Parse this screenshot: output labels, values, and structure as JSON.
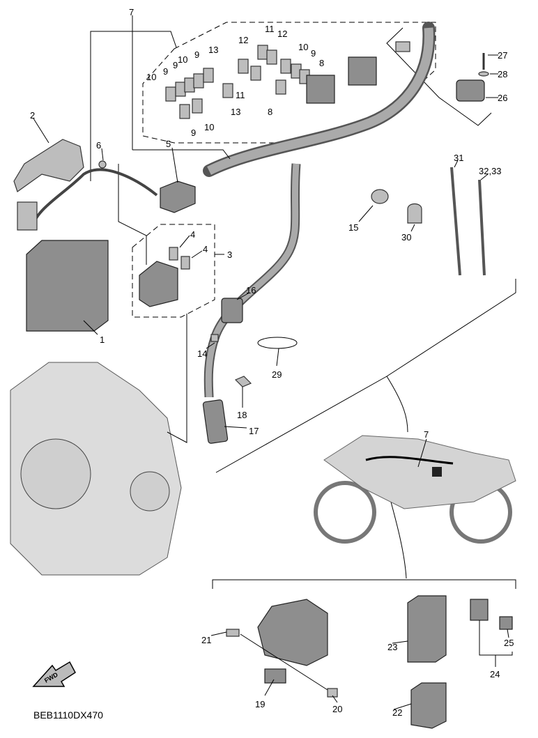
{
  "diagram": {
    "code": "BEB1110DX470",
    "fwd_label": "FWD",
    "callouts": [
      {
        "id": "c7a",
        "text": "7"
      },
      {
        "id": "c10a",
        "text": "10"
      },
      {
        "id": "c9a",
        "text": "9"
      },
      {
        "id": "c9b",
        "text": "9"
      },
      {
        "id": "c10b",
        "text": "10"
      },
      {
        "id": "c9c",
        "text": "9"
      },
      {
        "id": "c13a",
        "text": "13"
      },
      {
        "id": "c12a",
        "text": "12"
      },
      {
        "id": "c11a",
        "text": "11"
      },
      {
        "id": "c12b",
        "text": "12"
      },
      {
        "id": "c10c",
        "text": "10"
      },
      {
        "id": "c9d",
        "text": "9"
      },
      {
        "id": "c8a",
        "text": "8"
      },
      {
        "id": "c11b",
        "text": "11"
      },
      {
        "id": "c13b",
        "text": "13"
      },
      {
        "id": "c8b",
        "text": "8"
      },
      {
        "id": "c9e",
        "text": "9"
      },
      {
        "id": "c10d",
        "text": "10"
      },
      {
        "id": "c27",
        "text": "27"
      },
      {
        "id": "c28",
        "text": "28"
      },
      {
        "id": "c26",
        "text": "26"
      },
      {
        "id": "c2",
        "text": "2"
      },
      {
        "id": "c6",
        "text": "6"
      },
      {
        "id": "c5",
        "text": "5"
      },
      {
        "id": "c31",
        "text": "31"
      },
      {
        "id": "c3233",
        "text": "32,33"
      },
      {
        "id": "c15",
        "text": "15"
      },
      {
        "id": "c30",
        "text": "30"
      },
      {
        "id": "c4a",
        "text": "4"
      },
      {
        "id": "c4b",
        "text": "4"
      },
      {
        "id": "c3",
        "text": "3"
      },
      {
        "id": "c16",
        "text": "16"
      },
      {
        "id": "c1",
        "text": "1"
      },
      {
        "id": "c14",
        "text": "14"
      },
      {
        "id": "c29",
        "text": "29"
      },
      {
        "id": "c18",
        "text": "18"
      },
      {
        "id": "c17",
        "text": "17"
      },
      {
        "id": "c7b",
        "text": "7"
      },
      {
        "id": "c21",
        "text": "21"
      },
      {
        "id": "c23",
        "text": "23"
      },
      {
        "id": "c25",
        "text": "25"
      },
      {
        "id": "c24",
        "text": "24"
      },
      {
        "id": "c19",
        "text": "19"
      },
      {
        "id": "c20",
        "text": "20"
      },
      {
        "id": "c22",
        "text": "22"
      }
    ]
  }
}
